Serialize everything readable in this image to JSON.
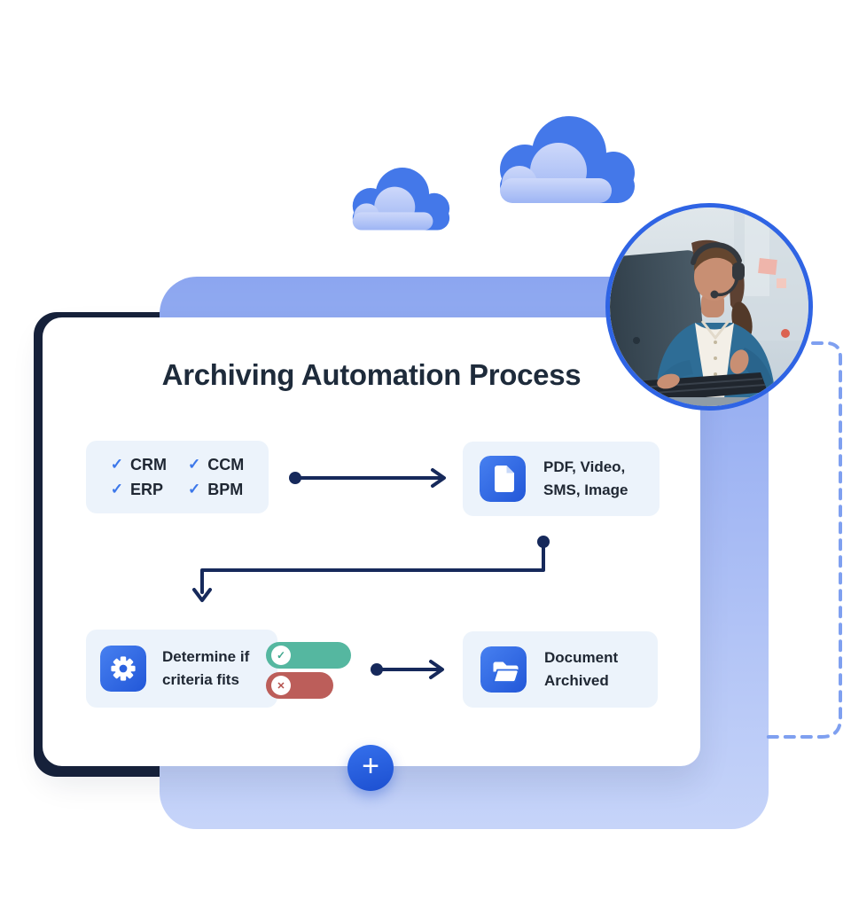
{
  "title": "Archiving Automation Process",
  "colors": {
    "accent_blue": "#2F64E4",
    "backdrop_navy": "#17223B",
    "panel_gradient_top": "#8CA6F0",
    "panel_gradient_bottom": "#C6D4F9",
    "node_background": "#ECF3FB",
    "icon_blue": "#2A62DE",
    "check_blue": "#3C77EA",
    "connector_navy": "#16295B",
    "pill_green": "#55B7A0",
    "pill_red": "#BC5E5A",
    "dashed_line_blue": "#7FA0F0",
    "add_button_blue": "#1C4FD0"
  },
  "icons": [
    "cloud-icon",
    "document-icon",
    "gear-icon",
    "folder-icon",
    "plus-icon",
    "check-icon",
    "x-icon"
  ],
  "flow": {
    "sources": {
      "items": [
        {
          "glyph": "✓",
          "label": "CRM"
        },
        {
          "glyph": "✓",
          "label": "CCM"
        },
        {
          "glyph": "✓",
          "label": "ERP"
        },
        {
          "glyph": "✓",
          "label": "BPM"
        }
      ]
    },
    "formats": {
      "lines": [
        "PDF, Video,",
        "SMS, Image"
      ]
    },
    "criteria": {
      "lines": [
        "Determine if",
        "criteria fits"
      ],
      "toggle_pass": {
        "glyph": "✓"
      },
      "toggle_fail": {
        "glyph": "✕"
      }
    },
    "archived": {
      "lines": [
        "Document",
        "Archived"
      ]
    }
  },
  "add_button": {
    "label": "+"
  }
}
